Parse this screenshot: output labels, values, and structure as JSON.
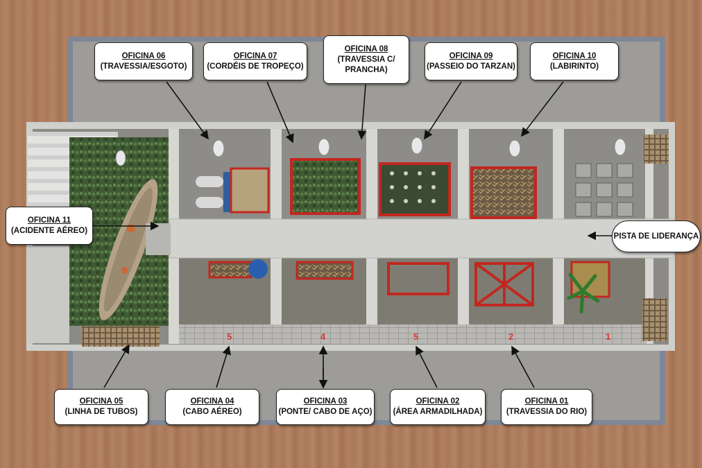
{
  "workshops": [
    {
      "id": "06",
      "title": "OFICINA 06",
      "subtitle": "(TRAVESSIA/ESGOTO)"
    },
    {
      "id": "07",
      "title": "OFICINA 07",
      "subtitle": "(CORDÉIS DE TROPEÇO)"
    },
    {
      "id": "08",
      "title": "OFICINA 08",
      "subtitle": "(TRAVESSIA C/ PRANCHA)"
    },
    {
      "id": "09",
      "title": "OFICINA 09",
      "subtitle": "(PASSEIO DO TARZAN)"
    },
    {
      "id": "10",
      "title": "OFICINA 10",
      "subtitle": "(LABIRINTO)"
    },
    {
      "id": "11",
      "title": "OFICINA 11",
      "subtitle": "(ACIDENTE AÉREO)"
    },
    {
      "id": "05",
      "title": "OFICINA 05",
      "subtitle": "(LINHA DE TUBOS)"
    },
    {
      "id": "04",
      "title": "OFICINA 04",
      "subtitle": "(CABO AÉREO)"
    },
    {
      "id": "03",
      "title": "OFICINA 03",
      "subtitle": "(PONTE/ CABO DE AÇO)"
    },
    {
      "id": "02",
      "title": "OFICINA 02",
      "subtitle": "(ÁREA ARMADILHADA)"
    },
    {
      "id": "01",
      "title": "OFICINA 01",
      "subtitle": "(TRAVESSIA DO RIO)"
    }
  ],
  "pista": "PISTA DE LIDERANÇA",
  "floor_numbers": [
    "5",
    "4",
    "5",
    "2",
    "1"
  ],
  "colors": {
    "wood": "#a97a59",
    "concrete": "#c9c9c7",
    "floor": "#8f8f8b",
    "frame": "#c2271f",
    "grass": "#3f5a33"
  }
}
